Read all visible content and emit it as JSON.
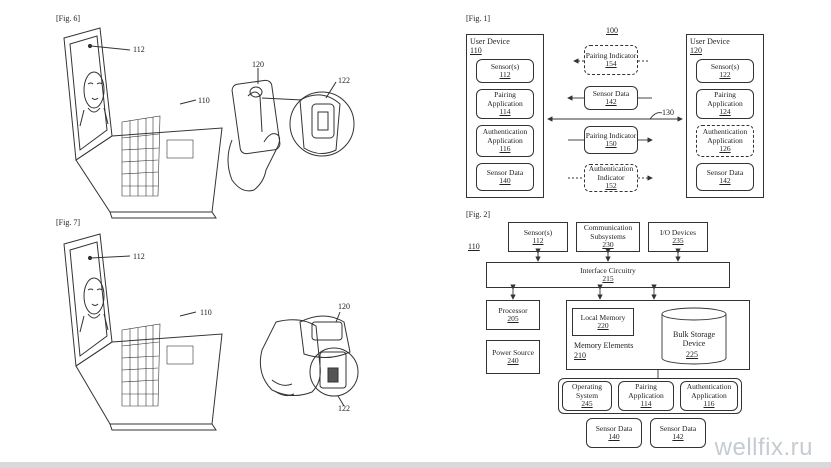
{
  "fig6": {
    "caption": "[Fig. 6]",
    "refs": {
      "screen": "112",
      "laptop": "110",
      "wearable": "120",
      "sensor": "122"
    }
  },
  "fig7": {
    "caption": "[Fig. 7]",
    "refs": {
      "screen": "112",
      "laptop": "110",
      "wearable": "120",
      "sensor": "122"
    }
  },
  "fig1": {
    "caption": "[Fig. 1]",
    "system_ref": "100",
    "link_ref": "130",
    "left_device": {
      "title": "User Device",
      "ref": "110"
    },
    "right_device": {
      "title": "User Device",
      "ref": "120"
    },
    "left_items": [
      {
        "label": "Sensor(s)",
        "ref": "112"
      },
      {
        "label": "Pairing Application",
        "ref": "114"
      },
      {
        "label": "Authentication Application",
        "ref": "116"
      },
      {
        "label": "Sensor Data",
        "ref": "140"
      }
    ],
    "right_items": [
      {
        "label": "Sensor(s)",
        "ref": "122"
      },
      {
        "label": "Pairing Application",
        "ref": "124"
      },
      {
        "label": "Authentication Application",
        "ref": "126"
      },
      {
        "label": "Sensor Data",
        "ref": "142"
      }
    ],
    "messages": [
      {
        "label": "Pairing Indicator",
        "ref": "154"
      },
      {
        "label": "Sensor Data",
        "ref": "142"
      },
      {
        "label": "Pairing Indicator",
        "ref": "150"
      },
      {
        "label": "Authentication Indicator",
        "ref": "152"
      }
    ]
  },
  "fig2": {
    "caption": "[Fig. 2]",
    "device_ref": "110",
    "sensors": {
      "label": "Sensor(s)",
      "ref": "112"
    },
    "comms": {
      "label": "Communication Subsystems",
      "ref": "230"
    },
    "io": {
      "label": "I/O Devices",
      "ref": "235"
    },
    "interface": {
      "label": "Interface Circuitry",
      "ref": "215"
    },
    "processor": {
      "label": "Processor",
      "ref": "205"
    },
    "power": {
      "label": "Power Source",
      "ref": "240"
    },
    "local_memory": {
      "label": "Local Memory",
      "ref": "220"
    },
    "memory_elements": {
      "label": "Memory Elements",
      "ref": "210"
    },
    "bulk": {
      "label": "Bulk Storage Device",
      "ref": "225"
    },
    "os": {
      "label": "Operating System",
      "ref": "245"
    },
    "pairing": {
      "label": "Pairing Application",
      "ref": "114"
    },
    "auth": {
      "label": "Authentication Application",
      "ref": "116"
    },
    "sd1": {
      "label": "Sensor Data",
      "ref": "140"
    },
    "sd2": {
      "label": "Sensor Data",
      "ref": "142"
    }
  },
  "watermark": "wellfix.ru"
}
